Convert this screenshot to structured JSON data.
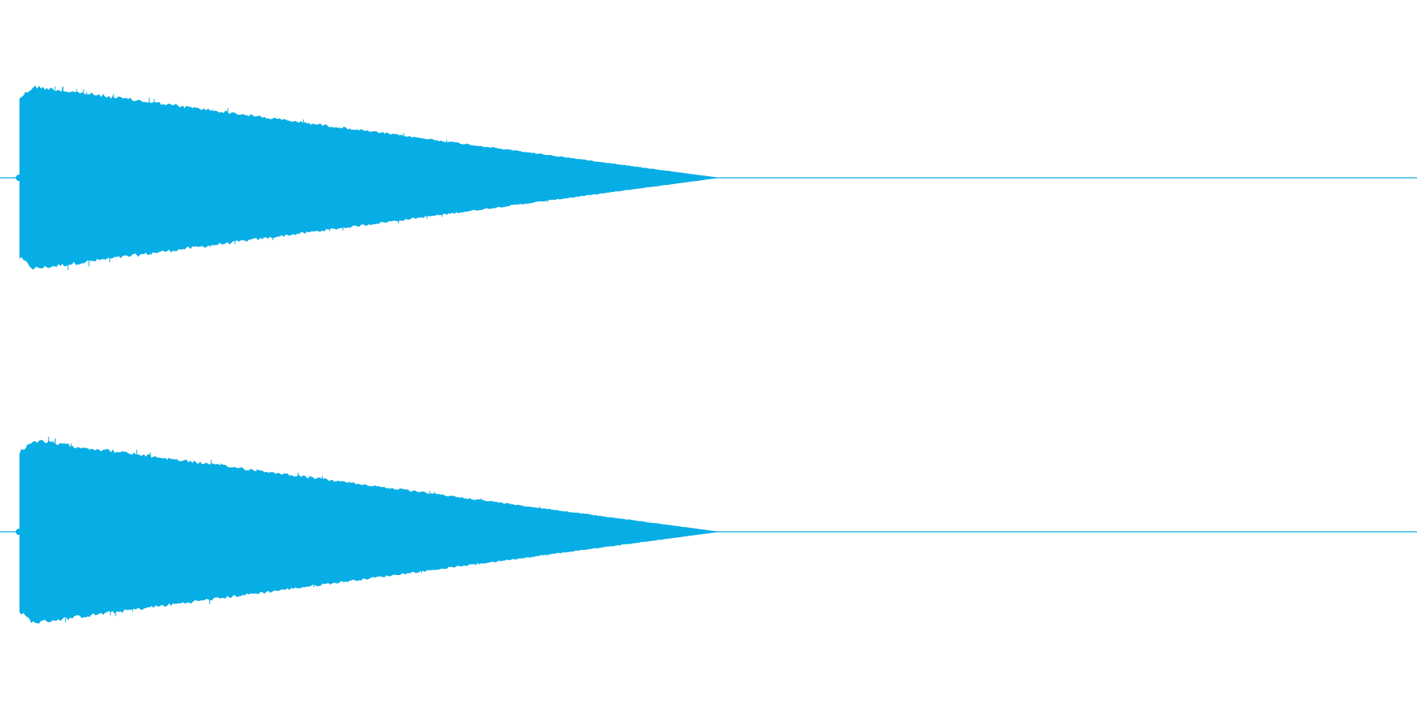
{
  "chart_data": {
    "type": "area",
    "title": "",
    "xlabel": "",
    "ylabel": "",
    "grid": false,
    "legend": "none",
    "color": "#06aee5",
    "ylim": [
      -1,
      1
    ],
    "channels": [
      {
        "x": [
          0.0,
          0.01,
          0.5
        ],
        "upper": [
          0.88,
          1.0,
          0.0
        ],
        "lower": [
          -0.88,
          -1.0,
          0.0
        ],
        "end": 1.0
      },
      {
        "x": [
          0.0,
          0.01,
          0.5
        ],
        "upper": [
          0.88,
          1.0,
          0.0
        ],
        "lower": [
          -0.88,
          -1.0,
          0.0
        ],
        "end": 1.0
      }
    ]
  }
}
